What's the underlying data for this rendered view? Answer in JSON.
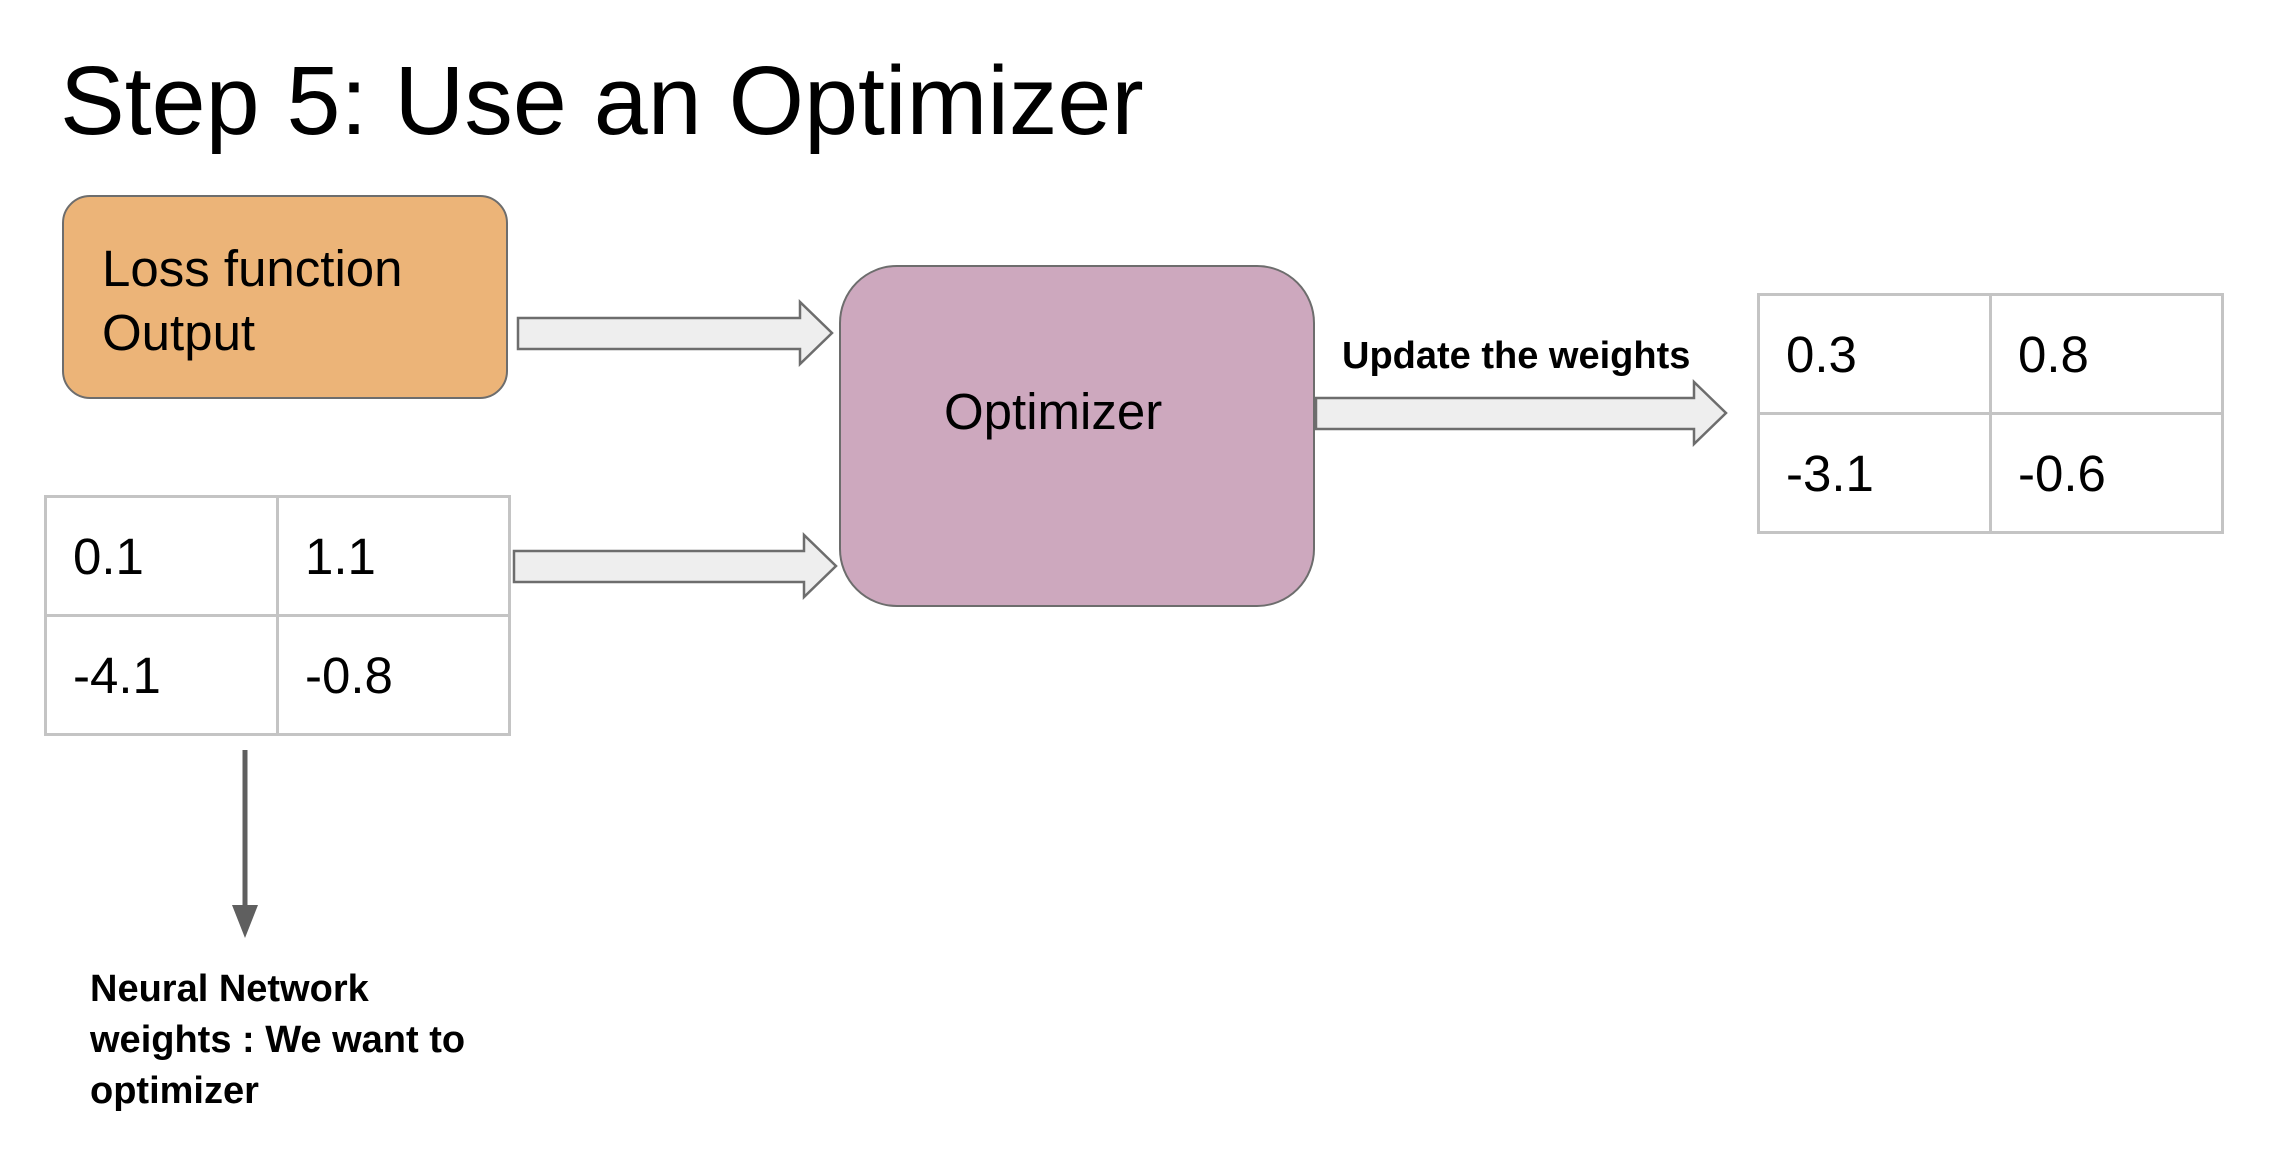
{
  "title": "Step 5: Use an Optimizer",
  "loss_box": {
    "line1": "Loss function",
    "line2": "Output"
  },
  "optimizer": {
    "label": "Optimizer"
  },
  "current_weights": [
    [
      "0.1",
      "1.1"
    ],
    [
      "-4.1",
      "-0.8"
    ]
  ],
  "updated_weights": [
    [
      "0.3",
      "0.8"
    ],
    [
      "-3.1",
      "-0.6"
    ]
  ],
  "update_label": "Update the weights",
  "weights_note": {
    "line1": "Neural Network",
    "line2": "weights : We want to",
    "line3": "optimizer"
  },
  "colors": {
    "loss_box_fill": "#ecb478",
    "optimizer_fill": "#cda8be",
    "arrow_fill": "#eeeeee",
    "outline": "#6d6d6d",
    "table_border": "#c4c4c4"
  }
}
